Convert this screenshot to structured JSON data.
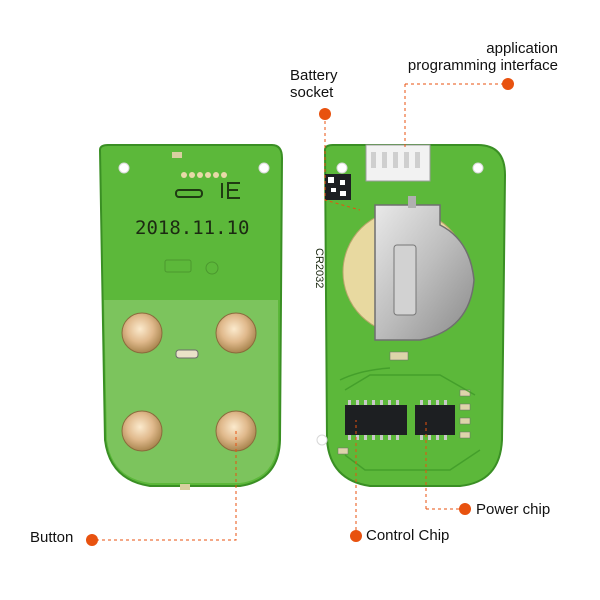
{
  "labels": {
    "application_line1": "application",
    "application_line2": "programming interface",
    "battery_line1": "Battery",
    "battery_line2": "socket",
    "button": "Button",
    "control_chip": "Control Chip",
    "power_chip": "Power chip"
  },
  "board_markings": {
    "date": "2018.11.10",
    "battery_model": "CR2032"
  },
  "colors": {
    "pcb": "#5cb83a",
    "pcb_dark": "#3f9a28",
    "accent": "#e8520f",
    "dash": "#e8520f",
    "metal": "#c9c9c9",
    "chip": "#1d1f22"
  }
}
